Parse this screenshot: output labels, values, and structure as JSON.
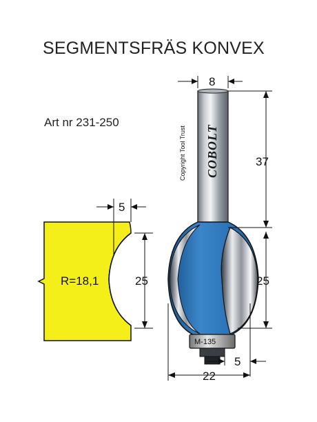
{
  "title": "SEGMENTSFRÄS KONVEX",
  "article": "Art nr 231-250",
  "copyright": "Copyright Tool Trust",
  "brand": "COBOLT",
  "bearing": "M-135",
  "profile": {
    "radius": "R=18,1",
    "offset": "5",
    "height": "25"
  },
  "dims": {
    "shank": "8",
    "shank_length": "37",
    "cutter_height": "25",
    "diameter": "22",
    "bearing_offset": "5"
  },
  "colors": {
    "profile": "#f5ef19",
    "cutter": "#2a72b8",
    "shank": "#9aa0a8"
  }
}
